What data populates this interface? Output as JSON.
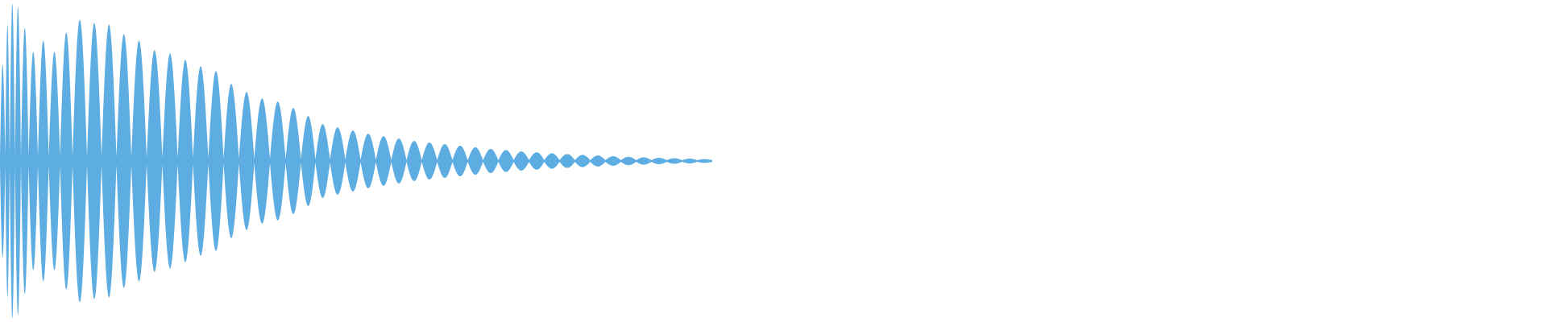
{
  "chart_data": {
    "type": "area",
    "title": "",
    "xlabel": "",
    "ylabel": "",
    "ylim": [
      -1,
      1
    ],
    "grid": false,
    "color": "#5dade2",
    "peaks": [
      0.6,
      0.85,
      0.98,
      0.96,
      0.83,
      0.68,
      0.75,
      0.68,
      0.8,
      0.88,
      0.86,
      0.85,
      0.79,
      0.75,
      0.69,
      0.67,
      0.63,
      0.59,
      0.56,
      0.48,
      0.43,
      0.39,
      0.37,
      0.33,
      0.28,
      0.23,
      0.21,
      0.19,
      0.17,
      0.155,
      0.14,
      0.125,
      0.115,
      0.105,
      0.095,
      0.085,
      0.075,
      0.068,
      0.06,
      0.054,
      0.048,
      0.043,
      0.038,
      0.034,
      0.03,
      0.026,
      0.023,
      0.02,
      0.017,
      0.015,
      0.012
    ]
  }
}
